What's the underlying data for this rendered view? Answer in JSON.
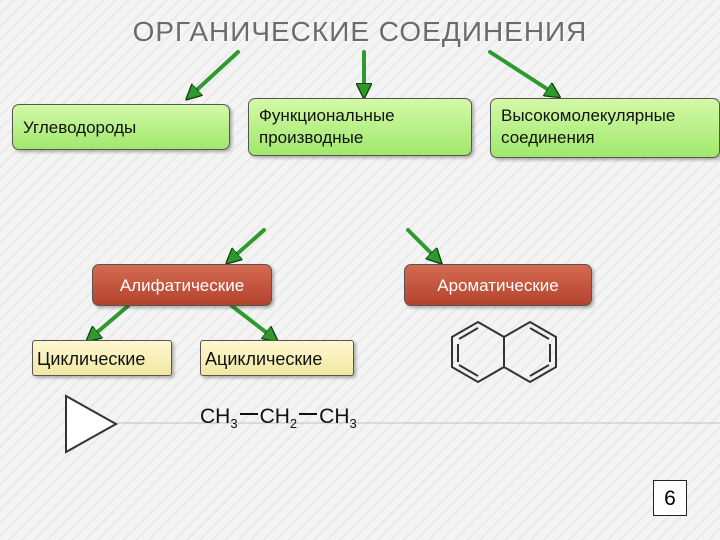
{
  "title": "ОРГАНИЧЕСКИЕ СОЕДИНЕНИЯ",
  "boxes": {
    "hydrocarbons": "Углеводороды",
    "functional": [
      "Функциональные",
      "производные"
    ],
    "macromolecular": [
      "Высокомолекулярные",
      "соединения"
    ],
    "aliphatic": "Алифатические",
    "aromatic": "Ароматические",
    "cyclic": "Циклические",
    "acyclic": "Ациклические"
  },
  "formula": {
    "g1": "CH",
    "s1": "3",
    "g2": "CH",
    "s2": "2",
    "g3": "CH",
    "s3": "3"
  },
  "page_number": "6",
  "colors": {
    "green_box": "#a1e86c",
    "red_box": "#b4432c",
    "yellow_box": "#f1e7a2",
    "arrow": "#2e9a2e"
  }
}
